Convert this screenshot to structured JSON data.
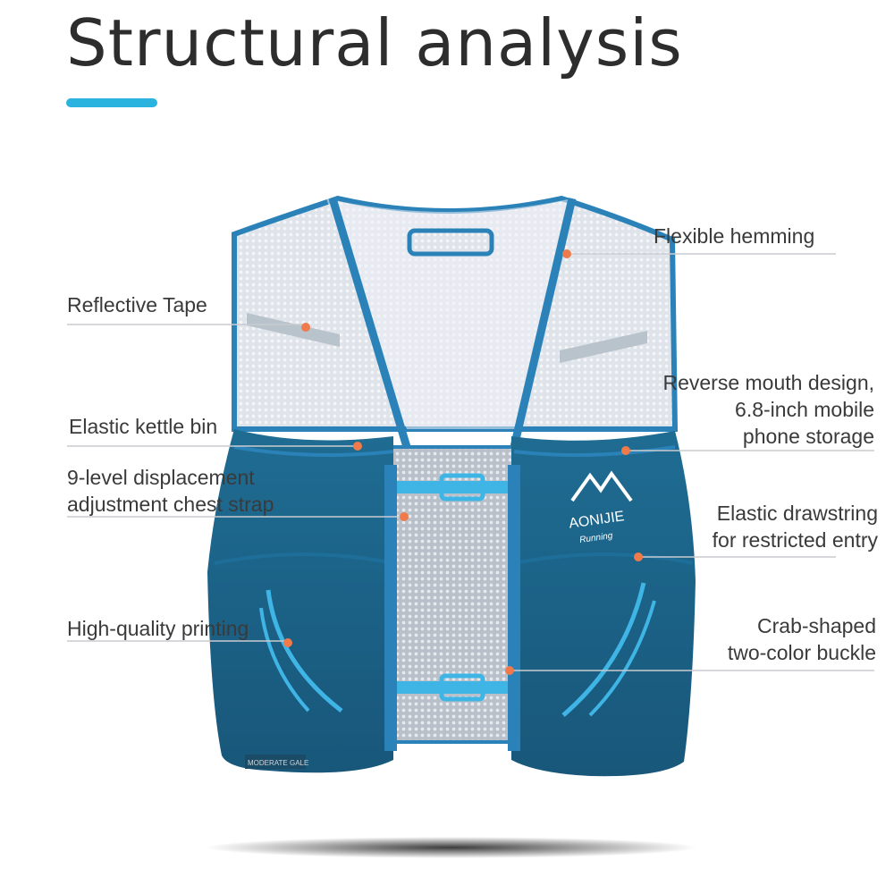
{
  "title": "Structural analysis",
  "accent_color": "#2bb3e0",
  "leader_line_color": "#c9ccd0",
  "marker_color": "#f07a4a",
  "brand": {
    "logo_text": "AONIJIE",
    "logo_sub": "Running",
    "tag_text": "MODERATE GALE"
  },
  "labels": {
    "flexible_hemming": "Flexible hemming",
    "reflective_tape": "Reflective Tape",
    "reverse_mouth_1": "Reverse mouth design,",
    "reverse_mouth_2": "6.8-inch mobile",
    "reverse_mouth_3": "phone storage",
    "elastic_kettle": "Elastic kettle bin",
    "chest_strap_1": "9-level displacement",
    "chest_strap_2": "adjustment chest strap",
    "drawstring_1": "Elastic drawstring",
    "drawstring_2": "for restricted entry",
    "printing": "High-quality printing",
    "buckle_1": "Crab-shaped",
    "buckle_2": "two-color buckle"
  }
}
